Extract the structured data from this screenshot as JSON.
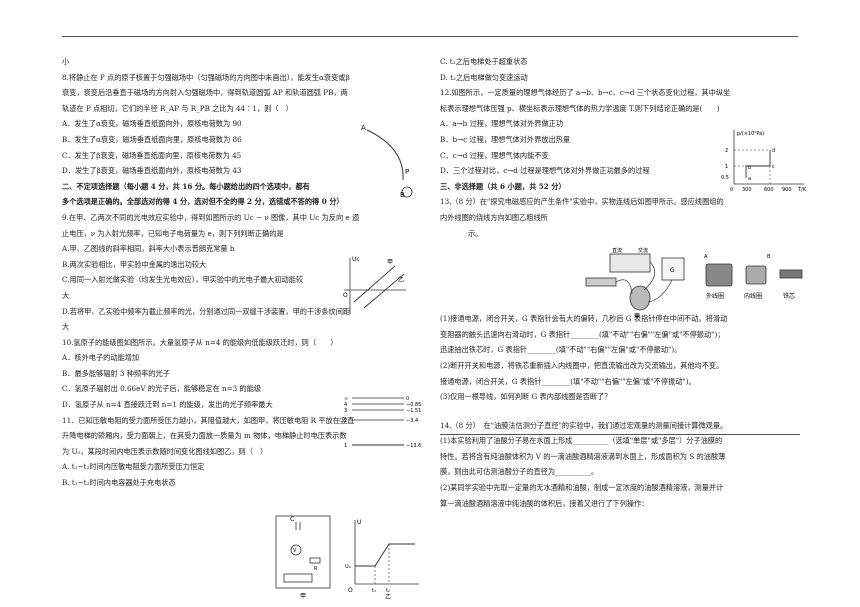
{
  "left": [
    "小",
    "8.将静止在 P 点的原子核置于匀强磁场中（匀强磁场的方向图中未画出），能发生α衰变或β",
    "衰变，衰变后沿垂直于磁场的方向射入匀强磁场中，得到轨道圆弧 AP 和轨道圆弧 PB，两",
    "轨迹在 P 点相切，它们的半径 R_AP 与 R_PB 之比为 44∶1，则（　）",
    "A．发生了α衰变，磁场垂直纸面向外，原核电荷数为 90",
    "B．发生了α衰变，磁场垂直纸面向里，原核电荷数为 86",
    "C．发生了β衰变，磁场垂直纸面向里，原核电荷数为 45",
    "D．发生了β衰变，磁场垂直纸面向外，原核电荷数为 43",
    "二、不定项选择题（每小题 4 分，共 16 分。每小题给出的四个选项中，都有",
    "多个选项是正确的。全部选对的得 4 分，选对但不全的得 2 分，选错或不答的得 0 分）",
    "9.在甲、乙两次不同的光电效应实验中，得到如图所示的 Uc − ν 图像，其中 Uc 为反向 e 遏",
    "止电压，ν 为入射光频率，已知电子电荷量为 e，则下列判断正确的是",
    "A.甲、乙图线的斜率相同，斜率大小表示普朗克常量 h",
    "B.两次实验相比，甲实验中金属的逸出功较大",
    "C.用同一入射光做实验（均发生光电效应），甲实验中的光电子最大初动能较",
    "大",
    "D.若将甲、乙实验中频率为截止频率的光，分别通过同一双缝干涉装置，甲的干涉条纹间距",
    "大",
    "10.氢原子的能级图如图所示。大量氢原子从 n=4 的能级向低能级跃迁时，则（　　）",
    "A．核外电子的动能增加",
    "B．最多能够辐射 3 种频率的光子",
    "C．氢原子辐射出 0.66eV 的光子后，能够稳定在 n=3 的能级",
    "D．氢原子从 n=4 直接跃迁到 n=1 的能级，发出的光子频率最大",
    "11．已知压敏电阻的受力面所受压力越小，其阻值越大，如图甲，将压敏电阻 R 平放在竖直",
    "升降电梯的轿厢内，受力面朝上，在其受力面放一质量为 m 物体，电梯静止时电压表示数",
    "为 U₀，某段时间内电压表示数随时间变化图线如图乙，则（　）",
    "A. t₁~t₂时间内压敏电阻受力面所受压力恒定",
    "B. t₁~t₂时间内电容器处于充电状态"
  ],
  "right": [
    "C. t₂之后电梯处于超重状态",
    "D. t₂之后电梯做匀变速运动",
    "12.如图所示，一定质量的理想气体经历了 a→b、b→c、c→d 三个状态变化过程，其中纵坐",
    "标表示理想气体压强 p、横坐标表示理想气体的热力学温度 T.则下列结论正确的是(　　)",
    "A．a→b 过程，理想气体对外界做正功",
    "B．b→c 过程，理想气体对外界放出热量",
    "C．c→d 过程，理想气体内能不变",
    "D．三个过程对比，c→d 过程是理想气体对外界做正功最多的过程",
    "三、非选择题（共 6 小题，共 52 分）",
    "13.（8 分）在\"探究电磁感应的产生条件\"实验中，实物连线后如图甲所示。感应线圈组的",
    "内外线圈的绕线方向如图乙粗线所",
    "示。",
    "(1)接通电源，闭合开关，G 表指针会有大的偏转，几秒后 G 表指针停在中间不动。将滑动",
    "变阻器的触头迅速向右滑动时，G 表指针________(填\"不动\"\"右偏\"\"左偏\"或\"不停振动\")；",
    "迅速抽出铁芯时，G 表指针________(填\"不动\"\"右偏\"\"左偏\"或\"不停振动\")。",
    "(2)断开开关和电源，将铁芯重新插入内线圈中，把直流输出改为交流输出，其他均不变。",
    "接通电源，闭合开关，G 表指针________(填\"不动\"\"右偏\"\"左偏\"或\"不停振动\")。",
    "(3)仅用一根导线，如何判断 G 表内部线圈是否断了？",
    "14.（8 分）　在\"油膜法估测分子直径\"的实验中，我们通过宏观量的测量间接计算微观量。",
    "(1)本实验利用了油酸分子易在水面上形成__________（选填\"单层\"或\"多层\"）分子油膜的",
    "特性。若将含有纯油酸体积为 V 的一滴油酸酒精溶液滴到水面上，形成面积为 S 的油酸薄",
    "膜，则由此可估测油酸分子的直径为__________。",
    "(2)某同学实验中先取一定量的无水酒精和油酸，制成一定浓度的油酸酒精溶液，测量并计",
    "算一滴油酸酒精溶液中纯油酸的体积后，接着又进行了下列操作："
  ],
  "fig_orbit": {
    "a": "A",
    "p": "P",
    "b": "B"
  },
  "fig_uv": {
    "u": "Uc",
    "o": "O",
    "jia": "甲",
    "yi": "乙"
  },
  "fig_energy": {
    "n_inf": "∞",
    "n4": "4",
    "n3": "3",
    "n2": "2",
    "n1": "1",
    "e_inf": "0",
    "e4": "−0.85",
    "e3": "−1.51",
    "e2": "−3.4",
    "e1": "−13.6"
  },
  "fig_circuit": {
    "c": "C",
    "v": "V",
    "r": "R",
    "jia": "甲"
  },
  "fig_ut": {
    "u": "U",
    "o": "O",
    "t1": "t₁",
    "t2": "t₂",
    "yi": "乙",
    "u0": "U₀"
  },
  "fig_pt": {
    "yunit": "p/(×10⁵Pa)",
    "d": "d",
    "c": "c",
    "a": "a",
    "b": "b",
    "x0": "0",
    "x1": "300",
    "x2": "600",
    "x3": "900",
    "xl": "T/K",
    "y1": "0.5",
    "y2": "1",
    "y3": "2"
  },
  "fig_em": {
    "title1": "直流",
    "title2": "交流",
    "g": "G",
    "jia": "甲",
    "outer": "外线圈",
    "inner": "内线圈",
    "core": "铁芯",
    "a": "A",
    "b": "B"
  }
}
